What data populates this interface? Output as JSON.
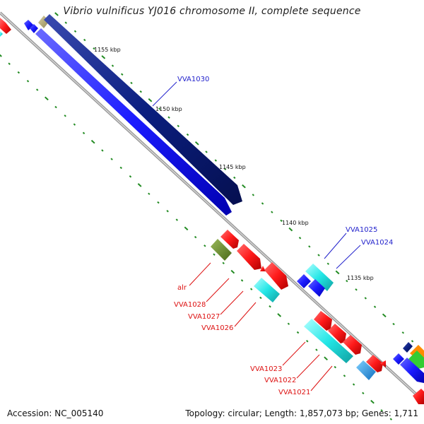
{
  "title": "Vibrio vulnificus YJ016 chromosome II, complete sequence",
  "footer": {
    "accession": "Accession: NC_005140",
    "topology": "Topology: circular; Length: 1,857,073 bp; Genes: 1,711"
  },
  "colors": {
    "backbone": "#8c8c8c",
    "tick": "#228b22",
    "cds_dark": "#0b1f80",
    "cds_blue": "#1a1aff",
    "cds_red": "#ff1a1a",
    "cds_cyan": "#22e6e6",
    "cds_olive": "#6b8e23",
    "cds_tan": "#b8b07a",
    "cds_orange": "#ff8c00",
    "cds_green": "#33cc33",
    "cds_sky": "#1e9be6",
    "label_blue": "#2222cc",
    "label_red": "#dd1111"
  },
  "ticks": [
    "1155 kbp",
    "1150 kbp",
    "1145 kbp",
    "1140 kbp",
    "1135 kbp"
  ],
  "labels": {
    "blue": [
      "VVA1030",
      "VVA1025",
      "VVA1024"
    ],
    "red": [
      "alr",
      "VVA1028",
      "VVA1027",
      "VVA1026",
      "VVA1023",
      "VVA1022",
      "VVA1021"
    ]
  }
}
